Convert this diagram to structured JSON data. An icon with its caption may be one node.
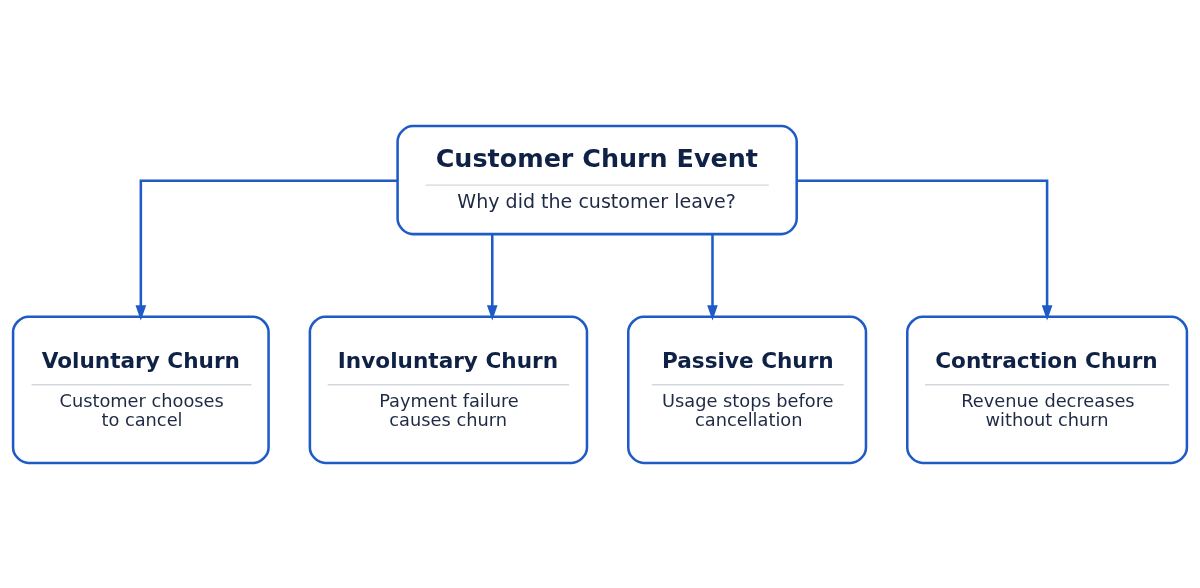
{
  "diagram": {
    "nodes": [
      {
        "text": [
          "Customer Churn Event",
          "Why did the customer leave?"
        ]
      },
      {
        "text": [
          "Voluntary Churn",
          "Customer chooses to cancel"
        ]
      },
      {
        "text": [
          "Involuntary Churn",
          "Payment failure causes churn"
        ]
      },
      {
        "text": [
          "Passive Churn",
          "Usage stops before cancellation"
        ]
      },
      {
        "text": [
          "Contraction Churn",
          "Revenue decreases without churn"
        ]
      }
    ],
    "edges": [
      {
        "from": 0,
        "to": 1,
        "arrow": "to"
      },
      {
        "from": 0,
        "to": 2,
        "arrow": "to"
      },
      {
        "from": 0,
        "to": 3,
        "arrow": "to"
      },
      {
        "from": 0,
        "to": 4,
        "arrow": "to"
      }
    ]
  }
}
